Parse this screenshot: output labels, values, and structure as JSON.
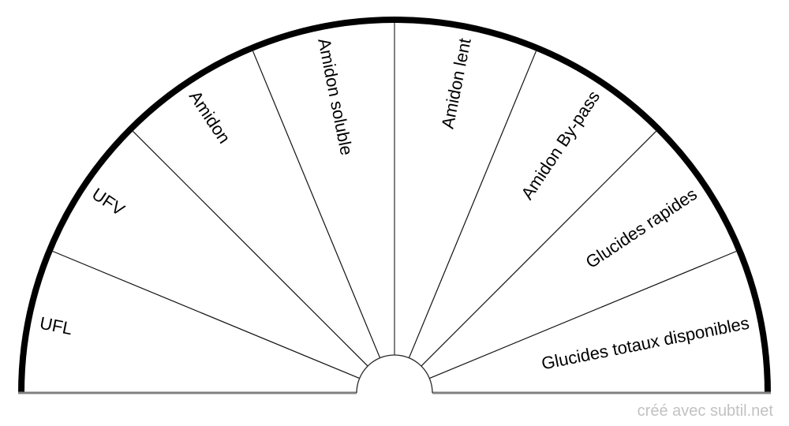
{
  "page": {
    "background": "#ffffff"
  },
  "chart": {
    "type": "semicircular-dial",
    "description": "half-circle pendulum chart divided into 8 equal sectors of 22.5 degrees",
    "sectors": [
      {
        "label": "UFL",
        "bisector_deg": 168.75
      },
      {
        "label": "UFV",
        "bisector_deg": 146.25
      },
      {
        "label": "Amidon",
        "bisector_deg": 123.75
      },
      {
        "label": "Amidon soluble",
        "bisector_deg": 101.25
      },
      {
        "label": "Amidon lent",
        "bisector_deg": 78.75
      },
      {
        "label": "Amidon By-pass",
        "bisector_deg": 56.25
      },
      {
        "label": "Glucides rapides",
        "bisector_deg": 33.75
      },
      {
        "label": "Glucides totaux disponibles",
        "bisector_deg": 11.25
      }
    ],
    "sector_angle_deg": 22.5,
    "colors": {
      "outer_arc": "#000000",
      "sector_divider": "#111111",
      "center_divider": "#808080",
      "baseline": "#808080",
      "inner_notch_outline": "#2a2a2a",
      "label_text": "#000000",
      "credit_text": "#c2c2c2"
    }
  },
  "footer": {
    "credit": "créé avec subtil.net"
  }
}
